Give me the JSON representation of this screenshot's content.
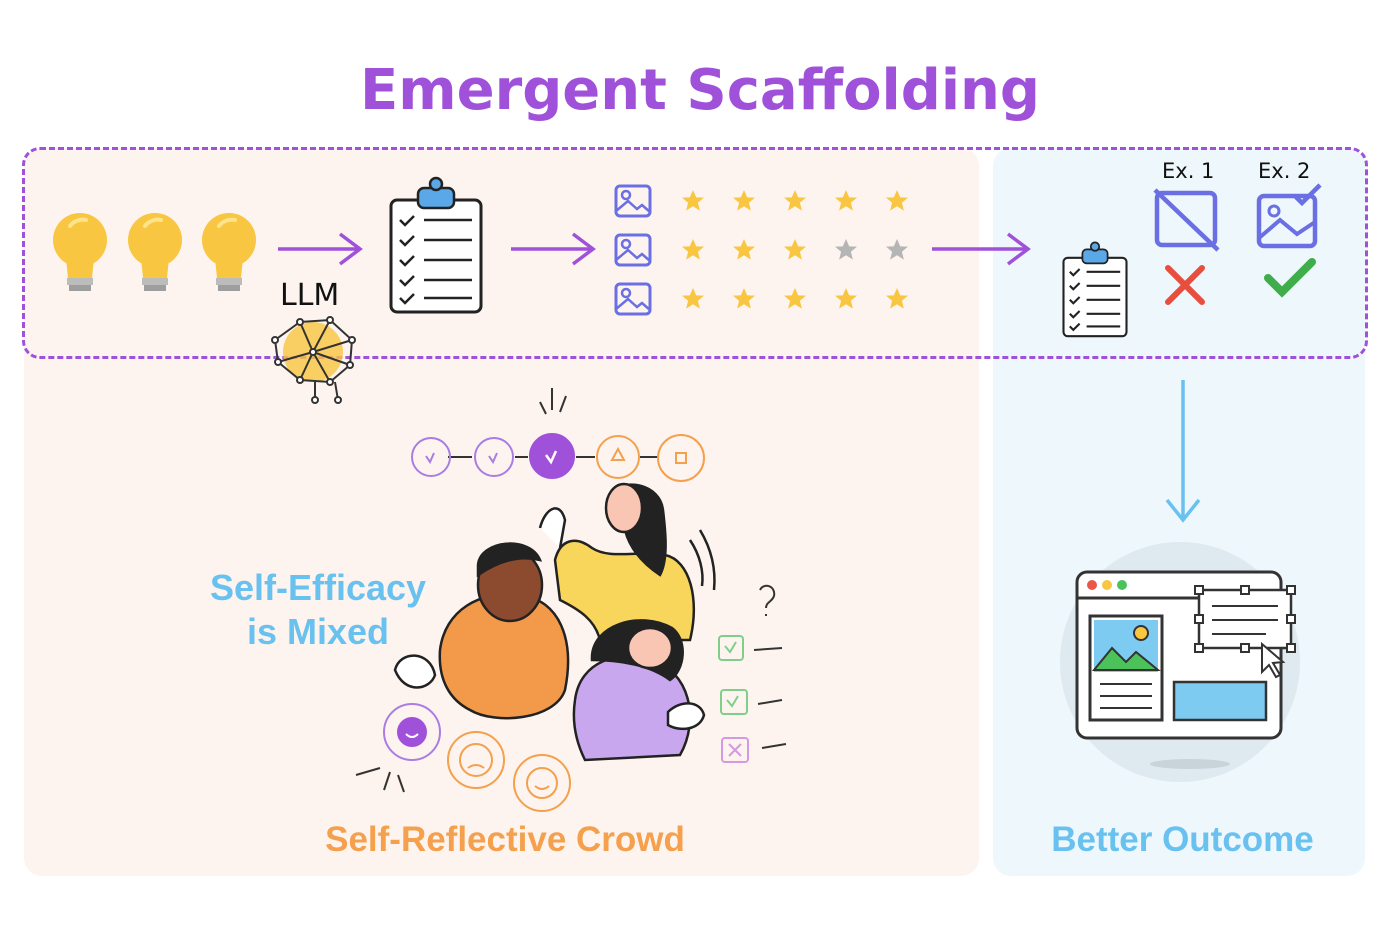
{
  "title": "Emergent Scaffolding",
  "llm_label": "LLM",
  "examples": [
    {
      "label": "Ex. 1",
      "status": "rejected"
    },
    {
      "label": "Ex. 2",
      "status": "accepted"
    }
  ],
  "ratings": [
    {
      "filled": 5
    },
    {
      "filled": 3
    },
    {
      "filled": 5
    }
  ],
  "self_efficacy": {
    "line1": "Self-Efficacy",
    "line2": "is Mixed"
  },
  "crowd_label": "Self-Reflective Crowd",
  "outcome_label": "Better Outcome",
  "colors": {
    "accent": "#a051d9",
    "blue": "#69c1f0",
    "orange": "#f4a04d",
    "star": "#f8c640",
    "star_off": "#b5b5b5"
  }
}
